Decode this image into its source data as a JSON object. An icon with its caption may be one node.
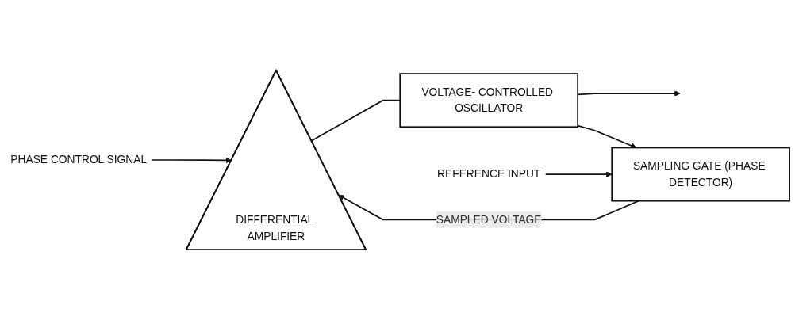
{
  "diagram": {
    "nodes": [
      {
        "text": [
          "PHASE CONTROL SIGNAL"
        ]
      },
      {
        "text": [
          "DIFFERENTIAL AMPLIFIER"
        ]
      },
      {
        "text": [
          "VOLTAGE- CONTROLLED OSCILLATOR"
        ]
      },
      {
        "text": [
          "SAMPLING GATE (PHASE DETECTOR)"
        ]
      },
      {
        "text": [
          "REFERENCE INPUT"
        ]
      }
    ],
    "edges": [
      {
        "from": 0,
        "to": 1,
        "arrow": "to"
      },
      {
        "from": 1,
        "to": 2,
        "arrow": "none"
      },
      {
        "from": 2,
        "to": null,
        "arrow": "to"
      },
      {
        "from": 2,
        "to": 3,
        "arrow": "to"
      },
      {
        "from": 4,
        "to": 3,
        "arrow": "to"
      },
      {
        "from": 3,
        "to": 1,
        "arrow": "to",
        "label": "SAMPLED VOLTAGE"
      }
    ]
  }
}
